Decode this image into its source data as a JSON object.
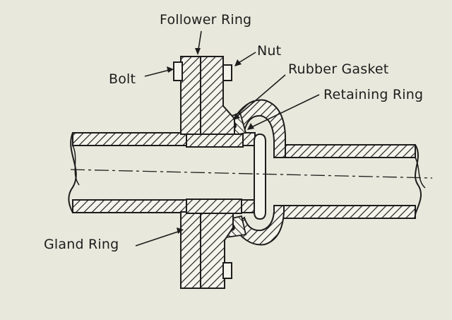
{
  "labels": {
    "follower_ring": "Follower Ring",
    "nut": "Nut",
    "bolt": "Bolt",
    "rubber_gasket": "Rubber Gasket",
    "retaining_ring": "Retaining Ring",
    "gland_ring": "Gland Ring"
  },
  "colors": {
    "paper": "#e9e8dc",
    "ink": "#1d1d1d"
  }
}
